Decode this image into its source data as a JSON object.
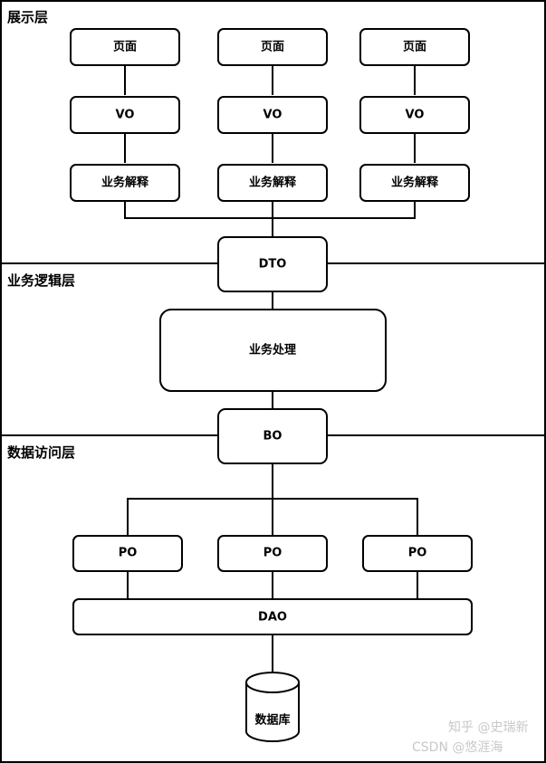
{
  "layers": {
    "presentation": "展示层",
    "business": "业务逻辑层",
    "data_access": "数据访问层"
  },
  "nodes": {
    "page": "页面",
    "vo": "VO",
    "interpret": "业务解释",
    "dto": "DTO",
    "process": "业务处理",
    "bo": "BO",
    "po": "PO",
    "dao": "DAO",
    "database": "数据库"
  },
  "watermark": {
    "line1": "知乎 @史瑞新",
    "line2": "CSDN @悠涯海"
  }
}
